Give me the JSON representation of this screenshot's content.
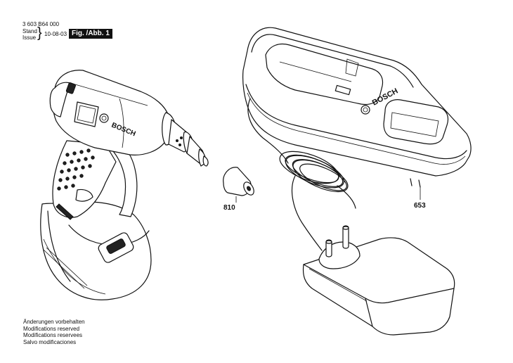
{
  "header": {
    "part_number": "3 603 B64 000",
    "stand": "Stand",
    "issue": "Issue",
    "brace": "}",
    "date": "10-08-03",
    "figure": "Fig. /Abb. 1"
  },
  "callouts": {
    "nozzle": "810",
    "charger": "653"
  },
  "tool_branding": {
    "brand": "BOSCH"
  },
  "notes": [
    "Änderungen vorbehalten",
    "Modifications reserved",
    "Modifications reservees",
    "Salvo modificaciones"
  ]
}
